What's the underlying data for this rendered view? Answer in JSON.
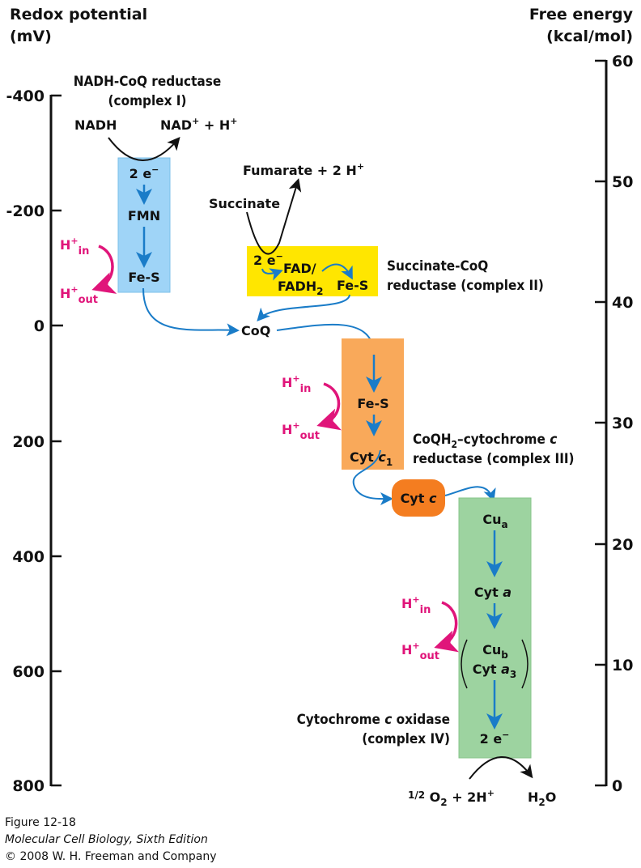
{
  "left_axis": {
    "title_line1": "Redox potential",
    "title_line2": "(mV)",
    "ticks": [
      "-400",
      "-200",
      "0",
      "200",
      "400",
      "600",
      "800"
    ]
  },
  "right_axis": {
    "title_line1": "Free energy",
    "title_line2": "(kcal/mol)",
    "ticks": [
      "60",
      "50",
      "40",
      "30",
      "20",
      "10",
      "0"
    ]
  },
  "complex1": {
    "title1": "NADH-CoQ reductase",
    "title2": "(complex I)",
    "nadh": "NADH",
    "nad": "NAD",
    "plus": "+",
    "h": " + H",
    "e2": "2 e",
    "minus": "−",
    "fmn": "FMN",
    "fes": "Fe-S",
    "color": "#9fd4f7"
  },
  "complex2": {
    "title1": "Succinate-CoQ",
    "title2": "reductase (complex II)",
    "fumarate": "Fumarate + 2 H",
    "succinate": "Succinate",
    "e2": "2 e",
    "fad": "FAD/",
    "fadh": "FADH",
    "two": "2",
    "fes": "Fe-S",
    "color": "#ffe600"
  },
  "coq": "CoQ",
  "complex3": {
    "title1a": "CoQH",
    "title1sub": "2",
    "title1b": "–cytochrome ",
    "title1c": "c",
    "title2": "reductase (complex III)",
    "fes": "Fe-S",
    "cyt": "Cyt ",
    "c": "c",
    "one": "1",
    "color": "#f9a95a"
  },
  "cytc": {
    "cyt": "Cyt ",
    "c": "c",
    "color": "#f47d20"
  },
  "complex4": {
    "title1a": "Cytochrome ",
    "title1b": "c",
    "title1c": " oxidase",
    "title2": "(complex IV)",
    "cu": "Cu",
    "a_sub": "a",
    "b_sub": "b",
    "cyt": "Cyt ",
    "a": "a",
    "three": "3",
    "e2": "2 e",
    "minus": "−",
    "o2_frac": "1/2",
    "o2": " O",
    "o2_sub": "2",
    "o2_rest": " + 2H",
    "plus": "+",
    "h2o_h": "H",
    "h2o_sub": "2",
    "h2o_o": "O",
    "color": "#9dd3a0"
  },
  "proton": {
    "h": "H",
    "plus": "+",
    "in": "in",
    "out": "out"
  },
  "caption": {
    "figure": "Figure 12-18",
    "book": "Molecular Cell Biology, Sixth Edition",
    "copyright": "© 2008 W. H. Freeman and Company"
  }
}
